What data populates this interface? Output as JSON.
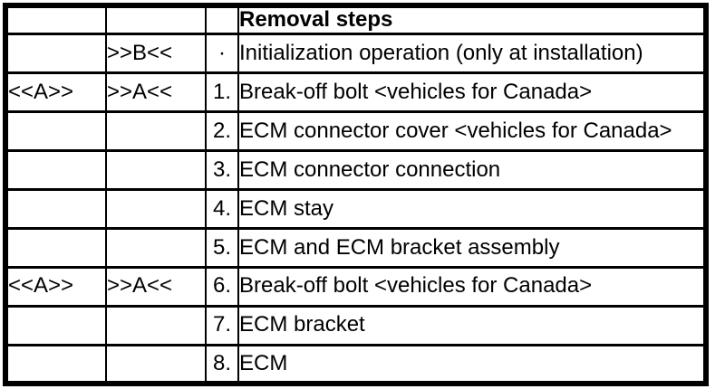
{
  "page": {
    "background_color": "#ffffff",
    "text_color": "#000000",
    "border_color": "#000000"
  },
  "table": {
    "header": {
      "marker_a": "",
      "marker_b": "",
      "step": "",
      "title": "Removal steps"
    },
    "rows": [
      {
        "marker_a": "",
        "marker_b": ">>B<<",
        "step": "·",
        "description": "Initialization operation (only at installation)"
      },
      {
        "marker_a": "<<A>>",
        "marker_b": ">>A<<",
        "step": "1.",
        "description": "Break-off bolt <vehicles for Canada>"
      },
      {
        "marker_a": "",
        "marker_b": "",
        "step": "2.",
        "description": "ECM connector cover <vehicles for Canada>"
      },
      {
        "marker_a": "",
        "marker_b": "",
        "step": "3.",
        "description": "ECM connector connection"
      },
      {
        "marker_a": "",
        "marker_b": "",
        "step": "4.",
        "description": "ECM stay"
      },
      {
        "marker_a": "",
        "marker_b": "",
        "step": "5.",
        "description": "ECM and ECM bracket assembly"
      },
      {
        "marker_a": "<<A>>",
        "marker_b": ">>A<<",
        "step": "6.",
        "description": "Break-off bolt <vehicles for Canada>"
      },
      {
        "marker_a": "",
        "marker_b": "",
        "step": "7.",
        "description": "ECM bracket"
      },
      {
        "marker_a": "",
        "marker_b": "",
        "step": "8.",
        "description": "ECM"
      }
    ]
  }
}
